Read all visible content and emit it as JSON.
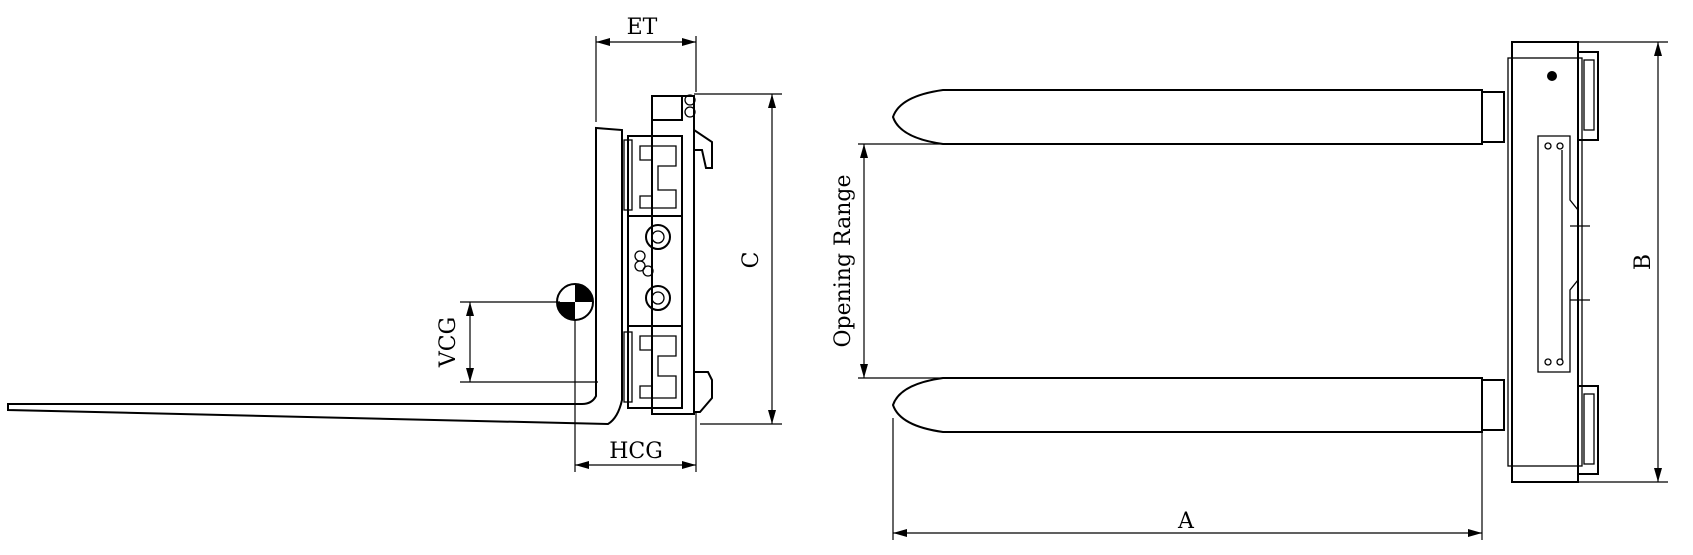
{
  "labels": {
    "et": "ET",
    "c": "C",
    "vcg": "VCG",
    "hcg": "HCG",
    "opening_range": "Opening Range",
    "a": "A",
    "b": "B"
  },
  "colors": {
    "line": "#000000",
    "background": "#ffffff"
  }
}
